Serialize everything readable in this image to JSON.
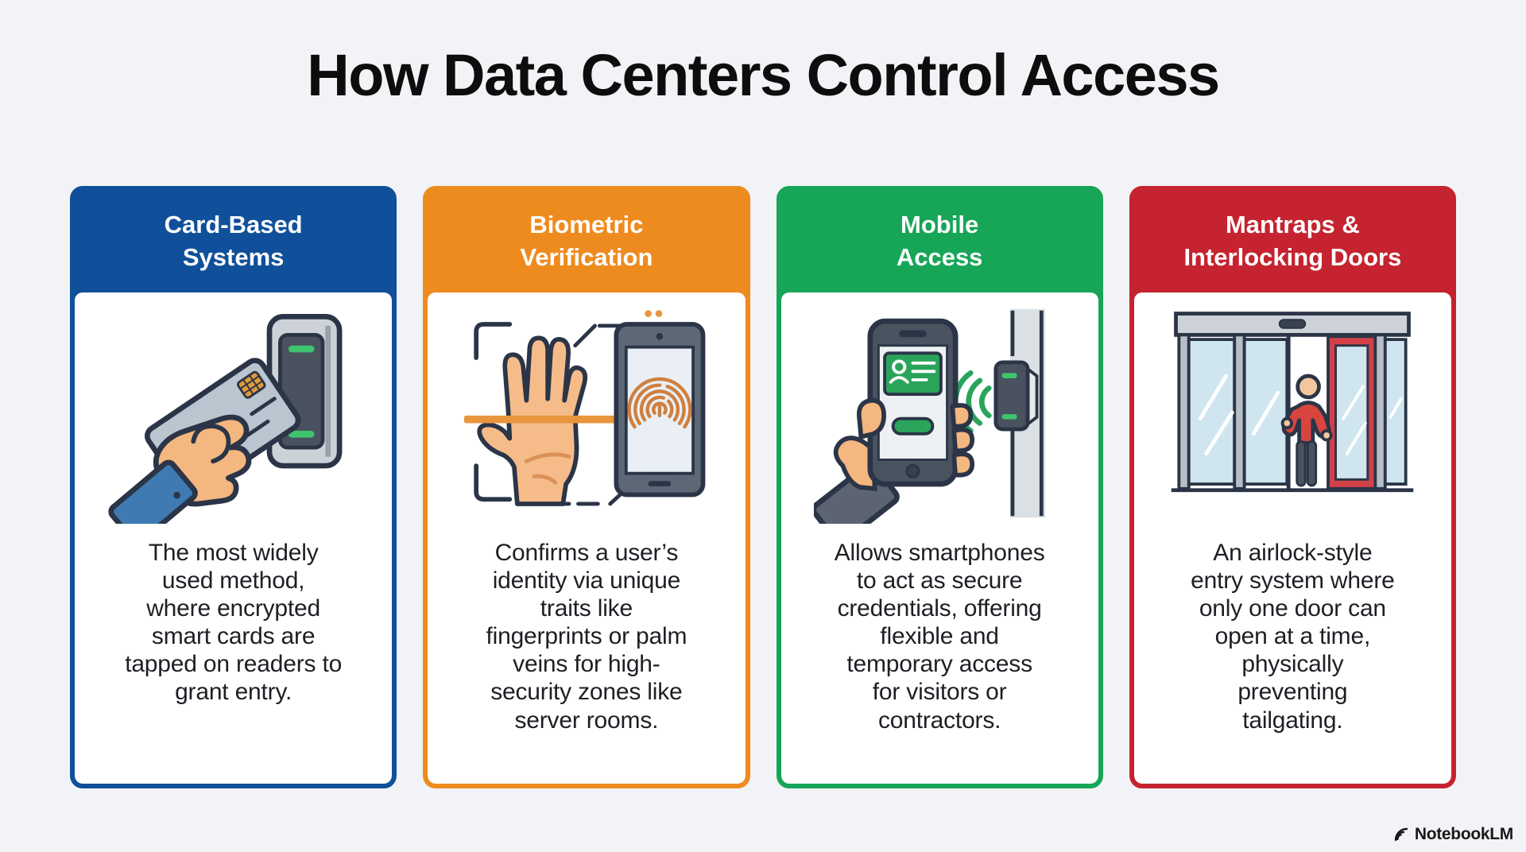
{
  "title": "How Data Centers Control Access",
  "colors": {
    "background": "#f1f3f6",
    "card_body": "#ffffff",
    "title_text": "#0d0d0d",
    "body_text": "#1d1f24",
    "header_text": "#ffffff",
    "illustration_outline": "#2b3547"
  },
  "cards": [
    {
      "id": "card-based-systems",
      "color": "#10509a",
      "title_lines": [
        "Card-Based",
        "Systems"
      ],
      "illustration": "smart-card-tapped-on-wall-reader",
      "description_lines": [
        "The most widely",
        "used method,",
        "where encrypted",
        "smart cards are",
        "tapped on readers to",
        "grant entry."
      ]
    },
    {
      "id": "biometric-verification",
      "color": "#ee8b1f",
      "title_lines": [
        "Biometric",
        "Verification"
      ],
      "illustration": "palm-scan-with-fingerprint-tablet",
      "description_lines": [
        "Confirms a user’s",
        "identity via unique",
        "traits like",
        "fingerprints or palm",
        "veins for high-",
        "security zones like",
        "server rooms."
      ]
    },
    {
      "id": "mobile-access",
      "color": "#17a557",
      "title_lines": [
        "Mobile",
        "Access"
      ],
      "illustration": "smartphone-credential-signaling-door-reader",
      "description_lines": [
        "Allows smartphones",
        "to act as secure",
        "credentials, offering",
        "flexible and",
        "temporary access",
        "for visitors or",
        "contractors."
      ]
    },
    {
      "id": "mantraps-interlocking-doors",
      "color": "#c5232f",
      "title_lines": [
        "Mantraps &",
        "Interlocking Doors"
      ],
      "illustration": "person-inside-interlocking-sliding-doors",
      "description_lines": [
        "An airlock-style",
        "entry system where",
        "only one door can",
        "open at a time,",
        "physically",
        "preventing",
        "tailgating."
      ]
    }
  ],
  "watermark": {
    "label": "NotebookLM",
    "icon": "notebooklm-logo-icon"
  }
}
